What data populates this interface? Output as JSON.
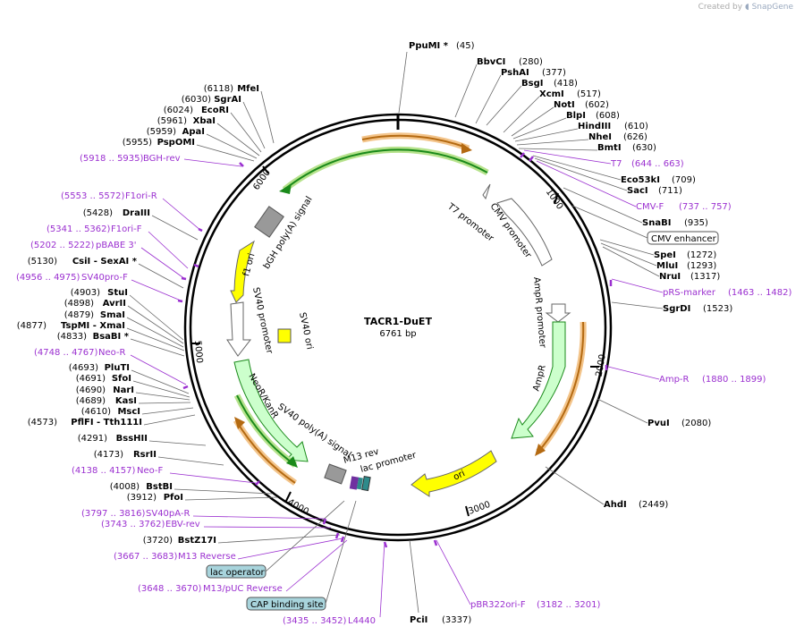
{
  "credit": {
    "prefix": "Created by",
    "brand": "SnapGene"
  },
  "plasmid": {
    "name": "TACR1-DuET",
    "size_label": "6761 bp",
    "total_bp": 6761
  },
  "colors": {
    "enzyme": "#000000",
    "feature_primer": "#9b30d0",
    "line": "#666666",
    "ring": "#000000",
    "orange_arrow": "#d9882b",
    "green_arrow": "#1a8a1a",
    "yellow_feature": "#ffff00",
    "gray_feature": "#999999",
    "pale_green": "#ccffcc",
    "teal_feature": "#2e8b8b",
    "pill_blue": "#a8d4dc"
  },
  "ticks": [
    "1000",
    "2000",
    "3000",
    "4000",
    "5000",
    "6000"
  ],
  "enzymes_left": [
    {
      "pos": "(6118)",
      "name": "MfeI"
    },
    {
      "pos": "(6030)",
      "name": "SgrAI"
    },
    {
      "pos": "(6024)",
      "name": "EcoRI"
    },
    {
      "pos": "(5961)",
      "name": "XbaI"
    },
    {
      "pos": "(5959)",
      "name": "ApaI"
    },
    {
      "pos": "(5955)",
      "name": "PspOMI"
    },
    {
      "pos": "(5428)",
      "name": "DraIII"
    },
    {
      "pos": "(5130)",
      "name": "CsiI  - SexAI *"
    },
    {
      "pos": "(4903)",
      "name": "StuI"
    },
    {
      "pos": "(4898)",
      "name": "AvrII"
    },
    {
      "pos": "(4879)",
      "name": "SmaI"
    },
    {
      "pos": "(4877)",
      "name": "TspMI  - XmaI"
    },
    {
      "pos": "(4833)",
      "name": "BsaBI *"
    },
    {
      "pos": "(4693)",
      "name": "PluTI"
    },
    {
      "pos": "(4691)",
      "name": "SfoI"
    },
    {
      "pos": "(4690)",
      "name": "NarI"
    },
    {
      "pos": "(4689)",
      "name": "KasI"
    },
    {
      "pos": "(4610)",
      "name": "MscI"
    },
    {
      "pos": "(4573)",
      "name": "PflFI  - Tth111I"
    },
    {
      "pos": "(4291)",
      "name": "BssHII"
    },
    {
      "pos": "(4173)",
      "name": "RsrII"
    },
    {
      "pos": "(4008)",
      "name": "BstBI"
    },
    {
      "pos": "(3912)",
      "name": "PfoI"
    },
    {
      "pos": "(3720)",
      "name": "BstZ17I"
    }
  ],
  "enzymes_right": [
    {
      "name": "PpuMI *",
      "pos": "(45)"
    },
    {
      "name": "BbvCI",
      "pos": "(280)"
    },
    {
      "name": "PshAI",
      "pos": "(377)"
    },
    {
      "name": "BsgI",
      "pos": "(418)"
    },
    {
      "name": "XcmI",
      "pos": "(517)"
    },
    {
      "name": "NotI",
      "pos": "(602)"
    },
    {
      "name": "BlpI",
      "pos": "(608)"
    },
    {
      "name": "HindIII",
      "pos": "(610)"
    },
    {
      "name": "NheI",
      "pos": "(626)"
    },
    {
      "name": "BmtI",
      "pos": "(630)"
    },
    {
      "name": "Eco53kI",
      "pos": "(709)"
    },
    {
      "name": "SacI",
      "pos": "(711)"
    },
    {
      "name": "SnaBI",
      "pos": "(935)"
    },
    {
      "name": "SpeI",
      "pos": "(1272)"
    },
    {
      "name": "MluI",
      "pos": "(1293)"
    },
    {
      "name": "NruI",
      "pos": "(1317)"
    },
    {
      "name": "SgrDI",
      "pos": "(1523)"
    },
    {
      "name": "PvuI",
      "pos": "(2080)"
    },
    {
      "name": "AhdI",
      "pos": "(2449)"
    },
    {
      "name": "PciI",
      "pos": "(3337)"
    }
  ],
  "primers_left": [
    {
      "range": "(5918 .. 5935)",
      "name": "BGH-rev"
    },
    {
      "range": "(5553 .. 5572)",
      "name": "F1ori-R"
    },
    {
      "range": "(5341 .. 5362)",
      "name": "F1ori-F"
    },
    {
      "range": "(5202 .. 5222)",
      "name": "pBABE 3'"
    },
    {
      "range": "(4956 .. 4975)",
      "name": "SV40pro-F"
    },
    {
      "range": "(4748 .. 4767)",
      "name": "Neo-R"
    },
    {
      "range": "(4138 .. 4157)",
      "name": "Neo-F"
    },
    {
      "range": "(3797 .. 3816)",
      "name": "SV40pA-R"
    },
    {
      "range": "(3743 .. 3762)",
      "name": "EBV-rev"
    },
    {
      "range": "(3667 .. 3683)",
      "name": "M13 Reverse"
    },
    {
      "range": "(3648 .. 3670)",
      "name": "M13/pUC Reverse"
    },
    {
      "range": "(3435 .. 3452)",
      "name": "L4440"
    }
  ],
  "primers_right": [
    {
      "name": "T7",
      "range": "(644 .. 663)"
    },
    {
      "name": "CMV-F",
      "range": "(737 .. 757)"
    },
    {
      "name": "pRS-marker",
      "range": "(1463 .. 1482)"
    },
    {
      "name": "Amp-R",
      "range": "(1880 .. 1899)"
    },
    {
      "name": "pBR322ori-F",
      "range": "(3182 .. 3201)"
    }
  ],
  "pills": {
    "cmv_enhancer": "CMV enhancer",
    "lac_operator": "lac operator",
    "cap_binding_site": "CAP binding site"
  },
  "features": {
    "t7_promoter": "T7 promoter",
    "cmv_promoter": "CMV promoter",
    "ampr_promoter": "AmpR promoter",
    "ampr": "AmpR",
    "ori": "ori",
    "lac_promoter": "lac promoter",
    "m13_rev": "M13 rev",
    "sv40_polya": "SV40 poly(A) signal",
    "neor": "NeoR/KanR",
    "sv40_promoter": "SV40 promoter",
    "sv40_ori": "SV40 ori",
    "f1_ori": "f1 ori",
    "bgh_polya": "bGH poly(A) signal"
  }
}
